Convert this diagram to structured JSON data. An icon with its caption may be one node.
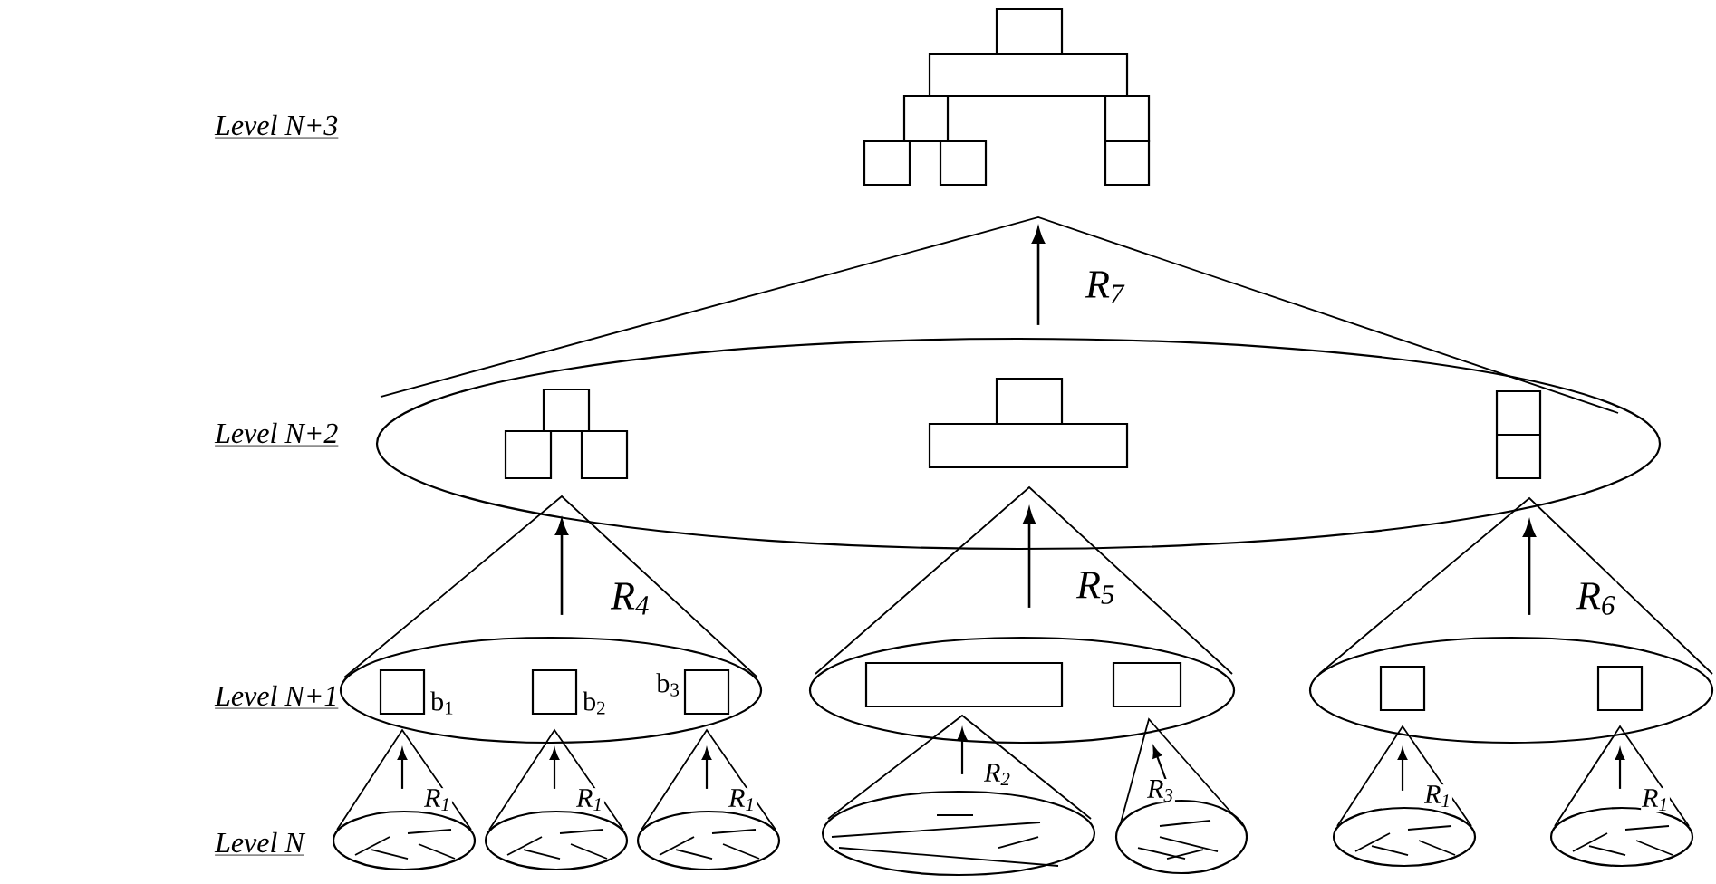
{
  "diagram": {
    "nodes": [
      {
        "text": [],
        "shape": "picture"
      },
      {
        "text": [],
        "shape": "ellipse"
      },
      {
        "text": [],
        "shape": "picture",
        "in": 1
      },
      {
        "text": [],
        "shape": "picture",
        "in": 1
      },
      {
        "text": [],
        "shape": "box",
        "in": 1
      },
      {
        "text": [],
        "shape": "ellipse"
      },
      {
        "text": [],
        "shape": "ellipse"
      },
      {
        "text": [],
        "shape": "ellipse"
      },
      {
        "text": [],
        "shape": "box",
        "in": 5,
        "beside": [
          "b$_{1}$"
        ]
      },
      {
        "text": [],
        "shape": "box",
        "in": 5,
        "beside": [
          "b$_{2}$"
        ]
      },
      {
        "text": [],
        "shape": "box",
        "in": 5,
        "beside": [
          "b$_{3}$"
        ]
      },
      {
        "text": [],
        "shape": "box",
        "in": 6
      },
      {
        "text": [],
        "shape": "box",
        "in": 6
      },
      {
        "text": [],
        "shape": "box",
        "in": 7
      },
      {
        "text": [],
        "shape": "box",
        "in": 7
      },
      {
        "text": [],
        "shape": "ellipse"
      },
      {
        "text": [],
        "shape": "ellipse"
      },
      {
        "text": [],
        "shape": "ellipse"
      },
      {
        "text": [],
        "shape": "ellipse"
      },
      {
        "text": [],
        "shape": "ellipse"
      },
      {
        "text": [],
        "shape": "ellipse"
      },
      {
        "text": [],
        "shape": "ellipse"
      }
    ],
    "edges": [
      {
        "from": 1,
        "to": 0,
        "arrow": "to",
        "label": "R$_{7}$"
      },
      {
        "from": 5,
        "to": 2,
        "arrow": "to",
        "label": "R$_{4}$"
      },
      {
        "from": 6,
        "to": 3,
        "arrow": "to",
        "label": "R$_{5}$"
      },
      {
        "from": 7,
        "to": 4,
        "arrow": "to",
        "label": "R$_{6}$"
      },
      {
        "from": 15,
        "to": 8,
        "arrow": "to",
        "label": "R$_{1}$"
      },
      {
        "from": 16,
        "to": 9,
        "arrow": "to",
        "label": "R$_{1}$"
      },
      {
        "from": 17,
        "to": 10,
        "arrow": "to",
        "label": "R$_{1}$"
      },
      {
        "from": 18,
        "to": 11,
        "arrow": "to",
        "label": "R$_{2}$"
      },
      {
        "from": 19,
        "to": 12,
        "arrow": "to",
        "label": "R$_{3}$"
      },
      {
        "from": 20,
        "to": 13,
        "arrow": "to",
        "label": "R$_{1}$"
      },
      {
        "from": 21,
        "to": 14,
        "arrow": "to",
        "label": "R$_{1}$"
      }
    ],
    "labels": [
      "Level N+3",
      "Level N+2",
      "Level N+1",
      "Level N"
    ]
  }
}
